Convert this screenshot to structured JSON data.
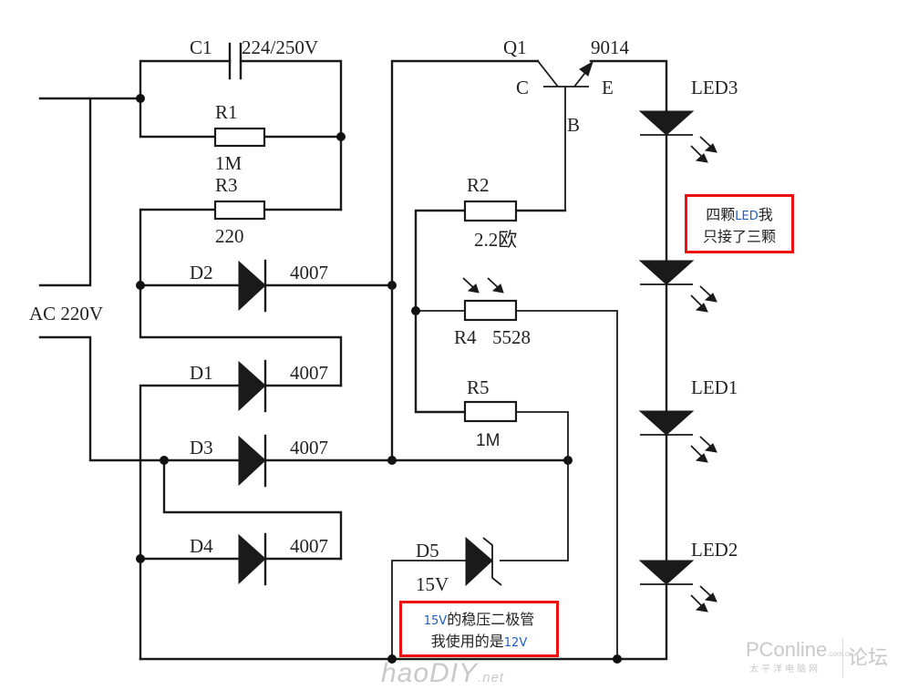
{
  "diagram": {
    "type": "circuit-schematic",
    "title": "AC 220V capacitive-dropper LED lamp with light sensor",
    "source": {
      "label": "AC 220V"
    },
    "components": {
      "C1": {
        "ref": "C1",
        "value": "224/250V",
        "type": "capacitor"
      },
      "R1": {
        "ref": "R1",
        "value": "1M",
        "type": "resistor"
      },
      "R3": {
        "ref": "R3",
        "value": "220",
        "type": "resistor"
      },
      "D1": {
        "ref": "D1",
        "value": "4007",
        "type": "diode"
      },
      "D2": {
        "ref": "D2",
        "value": "4007",
        "type": "diode"
      },
      "D3": {
        "ref": "D3",
        "value": "4007",
        "type": "diode"
      },
      "D4": {
        "ref": "D4",
        "value": "4007",
        "type": "diode"
      },
      "Q1": {
        "ref": "Q1",
        "value": "9014",
        "type": "npn-transistor",
        "pins": {
          "c": "C",
          "b": "B",
          "e": "E"
        }
      },
      "R2": {
        "ref": "R2",
        "value": "2.2欧",
        "type": "resistor"
      },
      "R4": {
        "ref": "R4",
        "value": "5528",
        "type": "photoresistor"
      },
      "R5": {
        "ref": "R5",
        "value": "1M",
        "type": "resistor"
      },
      "D5": {
        "ref": "D5",
        "value": "15V",
        "type": "zener-diode"
      },
      "LED3": {
        "ref": "LED3",
        "type": "led"
      },
      "LED1": {
        "ref": "LED1",
        "type": "led"
      },
      "LED2": {
        "ref": "LED2",
        "type": "led"
      }
    }
  },
  "annotations": {
    "led_note": {
      "line1_prefix": "四颗",
      "line1_blue": "LED",
      "line1_suffix": "我",
      "line2": "只接了三颗",
      "border_color": "#ee1111"
    },
    "zener_note": {
      "line1_blue": "15V",
      "line1_suffix": "的稳压二极管",
      "line2_prefix": "我使用的是",
      "line2_blue": "12V",
      "border_color": "#ee1111"
    }
  },
  "watermarks": {
    "left": {
      "main": "haoDIY",
      "suffix": ".net"
    },
    "right": {
      "brand": "PConline",
      "domain": ".com.cn",
      "sub": "太平洋电脑网",
      "forum": "论坛"
    }
  }
}
